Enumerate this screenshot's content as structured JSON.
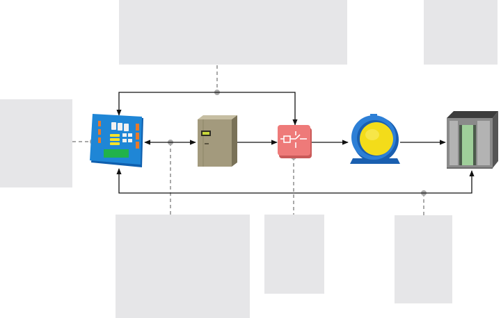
{
  "diagram": {
    "callouts": [
      {
        "id": "top-left",
        "text": ""
      },
      {
        "id": "top-right",
        "text": ""
      },
      {
        "id": "left",
        "text": ""
      },
      {
        "id": "bottom-1",
        "text": ""
      },
      {
        "id": "bottom-2",
        "text": ""
      },
      {
        "id": "bottom-3",
        "text": ""
      }
    ],
    "components": [
      {
        "name": "control-board-icon"
      },
      {
        "name": "drive-cabinet-icon"
      },
      {
        "name": "contactor-icon"
      },
      {
        "name": "motor-icon"
      },
      {
        "name": "elevator-car-icon"
      }
    ],
    "colors": {
      "arrow": "#111111",
      "leader": "#a9a9a9",
      "placeholder": "#e6e6e8",
      "board": "#1f86d6",
      "cabinet": "#a39a7d",
      "contactor": "#ee7a79",
      "motor_body": "#2d7fd6",
      "motor_face": "#f3dc1a",
      "car_frame": "#8a8a8a"
    }
  }
}
